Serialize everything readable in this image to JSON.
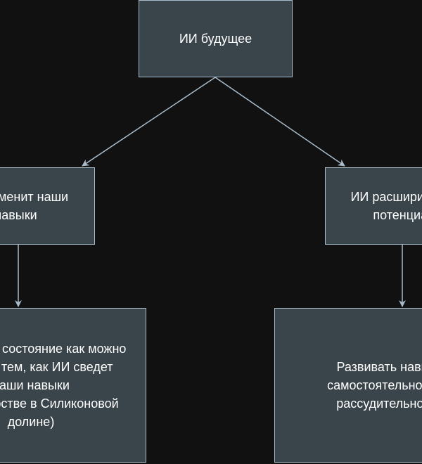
{
  "diagram": {
    "root": {
      "label": "ИИ будущее"
    },
    "left_branch": {
      "label": "ИИ заменит наши\nнавыки",
      "child": {
        "label": "Сохранить состояние как можно\nдольше, тем, как ИИ сведет\nнаши навыки\n(как в царстве в Силиконовой\nдолине)"
      }
    },
    "right_branch": {
      "label": "ИИ расширит наш\nпотенциал",
      "child": {
        "label": "Развивать навыки\nсамостоятельности и\nрассудительности"
      }
    },
    "colors": {
      "background": "#111111",
      "node_fill": "#3a444b",
      "node_border": "#a9bccb",
      "edge": "#a9bccb",
      "text": "#ffffff"
    }
  }
}
